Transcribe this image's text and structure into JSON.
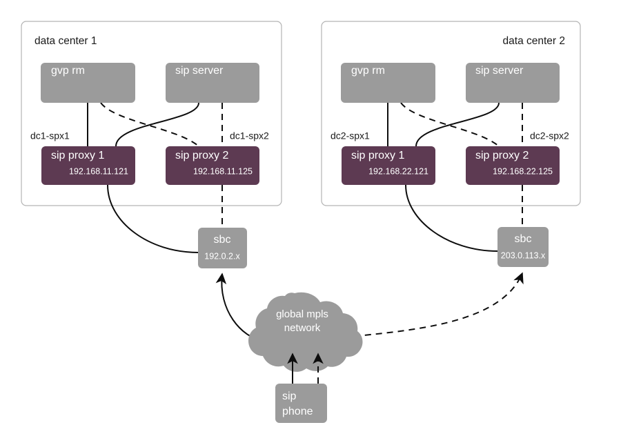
{
  "diagram": {
    "title_hidden": "",
    "data_centers": [
      {
        "id": "dc1",
        "label": "data center 1",
        "nodes": {
          "gvp": "gvp rm",
          "sip_server": "sip server",
          "proxy1": "sip proxy 1",
          "proxy1_ip": "192.168.11.121",
          "proxy2": "sip proxy 2",
          "proxy2_ip": "192.168.11.125"
        },
        "link_labels": {
          "left": "dc1-spx1",
          "right": "dc1-spx2"
        },
        "sbc": {
          "label": "sbc",
          "ip": "192.0.2.x"
        }
      },
      {
        "id": "dc2",
        "label": "data center 2",
        "nodes": {
          "gvp": "gvp rm",
          "sip_server": "sip server",
          "proxy1": "sip proxy 1",
          "proxy1_ip": "192.168.22.121",
          "proxy2": "sip proxy 2",
          "proxy2_ip": "192.168.22.125"
        },
        "link_labels": {
          "left": "dc2-spx1",
          "right": "dc2-spx2"
        },
        "sbc": {
          "label": "sbc",
          "ip": "203.0.113.x"
        }
      }
    ],
    "cloud": {
      "line1": "global mpls",
      "line2": "network"
    },
    "endpoint": {
      "line1": "sip",
      "line2": "phone"
    },
    "colors": {
      "gray_node": "#9b9b9b",
      "purple_node": "#5d3a52",
      "frame_border": "#b3b3b3",
      "link": "#0d0d0d",
      "text_light": "#ffffff",
      "text_dark": "#1a1a1a",
      "background": "#ffffff"
    }
  }
}
